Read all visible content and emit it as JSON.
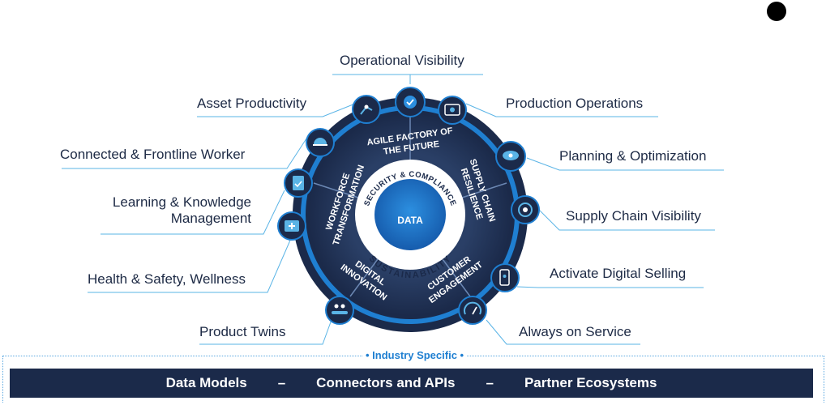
{
  "center": {
    "title": "DATA",
    "ring_top": "SECURITY & COMPLIANCE",
    "ring_bottom": "SUSTAINABILITY"
  },
  "segments": [
    {
      "line1": "AGILE FACTORY OF",
      "line2": "THE FUTURE"
    },
    {
      "line1": "SUPPLY CHAIN",
      "line2": "RESILIENCE"
    },
    {
      "line1": "CUSTOMER",
      "line2": "ENGAGEMENT"
    },
    {
      "line1": "DIGITAL",
      "line2": "INNOVATION"
    },
    {
      "line1": "WORKFORCE",
      "line2": "TRANSFORMATION"
    }
  ],
  "labels": {
    "operational_visibility": "Operational Visibility",
    "asset_productivity": "Asset Productivity",
    "production_operations": "Production Operations",
    "connected_frontline_worker": "Connected & Frontline Worker",
    "planning_optimization": "Planning & Optimization",
    "learning_knowledge": "Learning & Knowledge Management",
    "supply_chain_visibility": "Supply Chain Visibility",
    "activate_digital_selling": "Activate Digital Selling",
    "health_safety_wellness": "Health & Safety, Wellness",
    "product_twins": "Product Twins",
    "always_on_service": "Always on Service"
  },
  "footer": {
    "industry_specific": "Industry Specific",
    "data_models": "Data Models",
    "connectors": "Connectors and APIs",
    "partner_ecosystems": "Partner Ecosystems",
    "separator": "–"
  },
  "colors": {
    "navy": "#1b2a4a",
    "dark_wheel": "#22345a",
    "accent_blue": "#1f7fd1",
    "leader_line": "#5ab4e6"
  }
}
